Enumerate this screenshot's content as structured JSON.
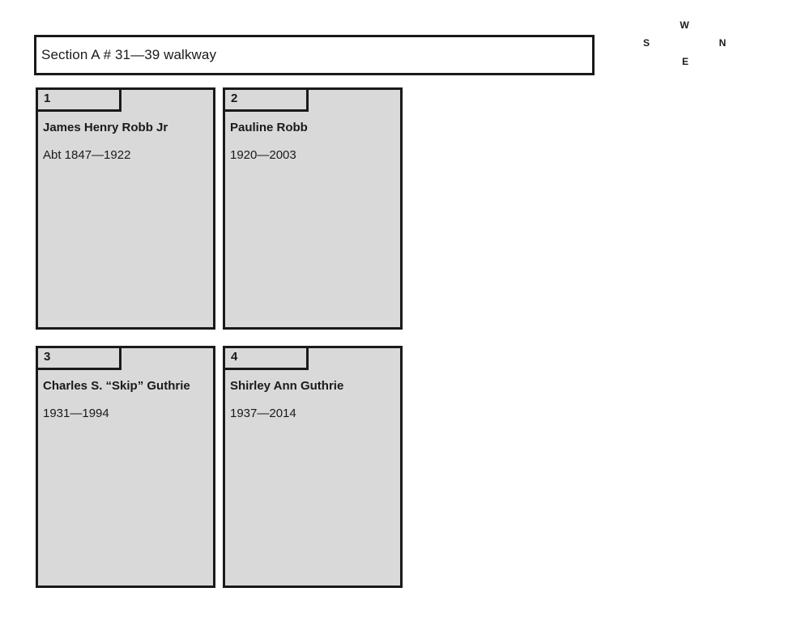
{
  "header": {
    "title": "Section A # 31—39 walkway"
  },
  "compass": {
    "top_label": "W",
    "left_label": "S",
    "right_label": "N",
    "bottom_label": "E"
  },
  "plots": [
    {
      "number": "1",
      "name": "James Henry Robb Jr",
      "dates": "Abt 1847—1922"
    },
    {
      "number": "2",
      "name": "Pauline Robb",
      "dates": "1920—2003"
    },
    {
      "number": "3",
      "name": "Charles S. “Skip” Guthrie",
      "dates": "1931—1994"
    },
    {
      "number": "4",
      "name": "Shirley Ann Guthrie",
      "dates": "1937—2014"
    }
  ],
  "colors": {
    "background": "#ffffff",
    "card_fill": "#d9d9d9",
    "border": "#1a1a1a"
  }
}
